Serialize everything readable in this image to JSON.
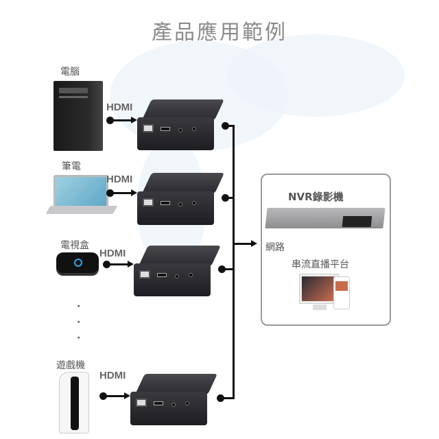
{
  "title": "產品應用範例",
  "sources": [
    {
      "label": "電腦",
      "icon": "desktop-pc"
    },
    {
      "label": "筆電",
      "icon": "laptop"
    },
    {
      "label": "電視盒",
      "icon": "tv-box"
    },
    {
      "label": "遊戲機",
      "icon": "game-console"
    }
  ],
  "ellipsis": [
    "·",
    "·",
    "·"
  ],
  "connection_label": "HDMI",
  "network_label": "網路",
  "destinations": {
    "nvr": "NVR錄影機",
    "streaming": "串流直播平台"
  }
}
